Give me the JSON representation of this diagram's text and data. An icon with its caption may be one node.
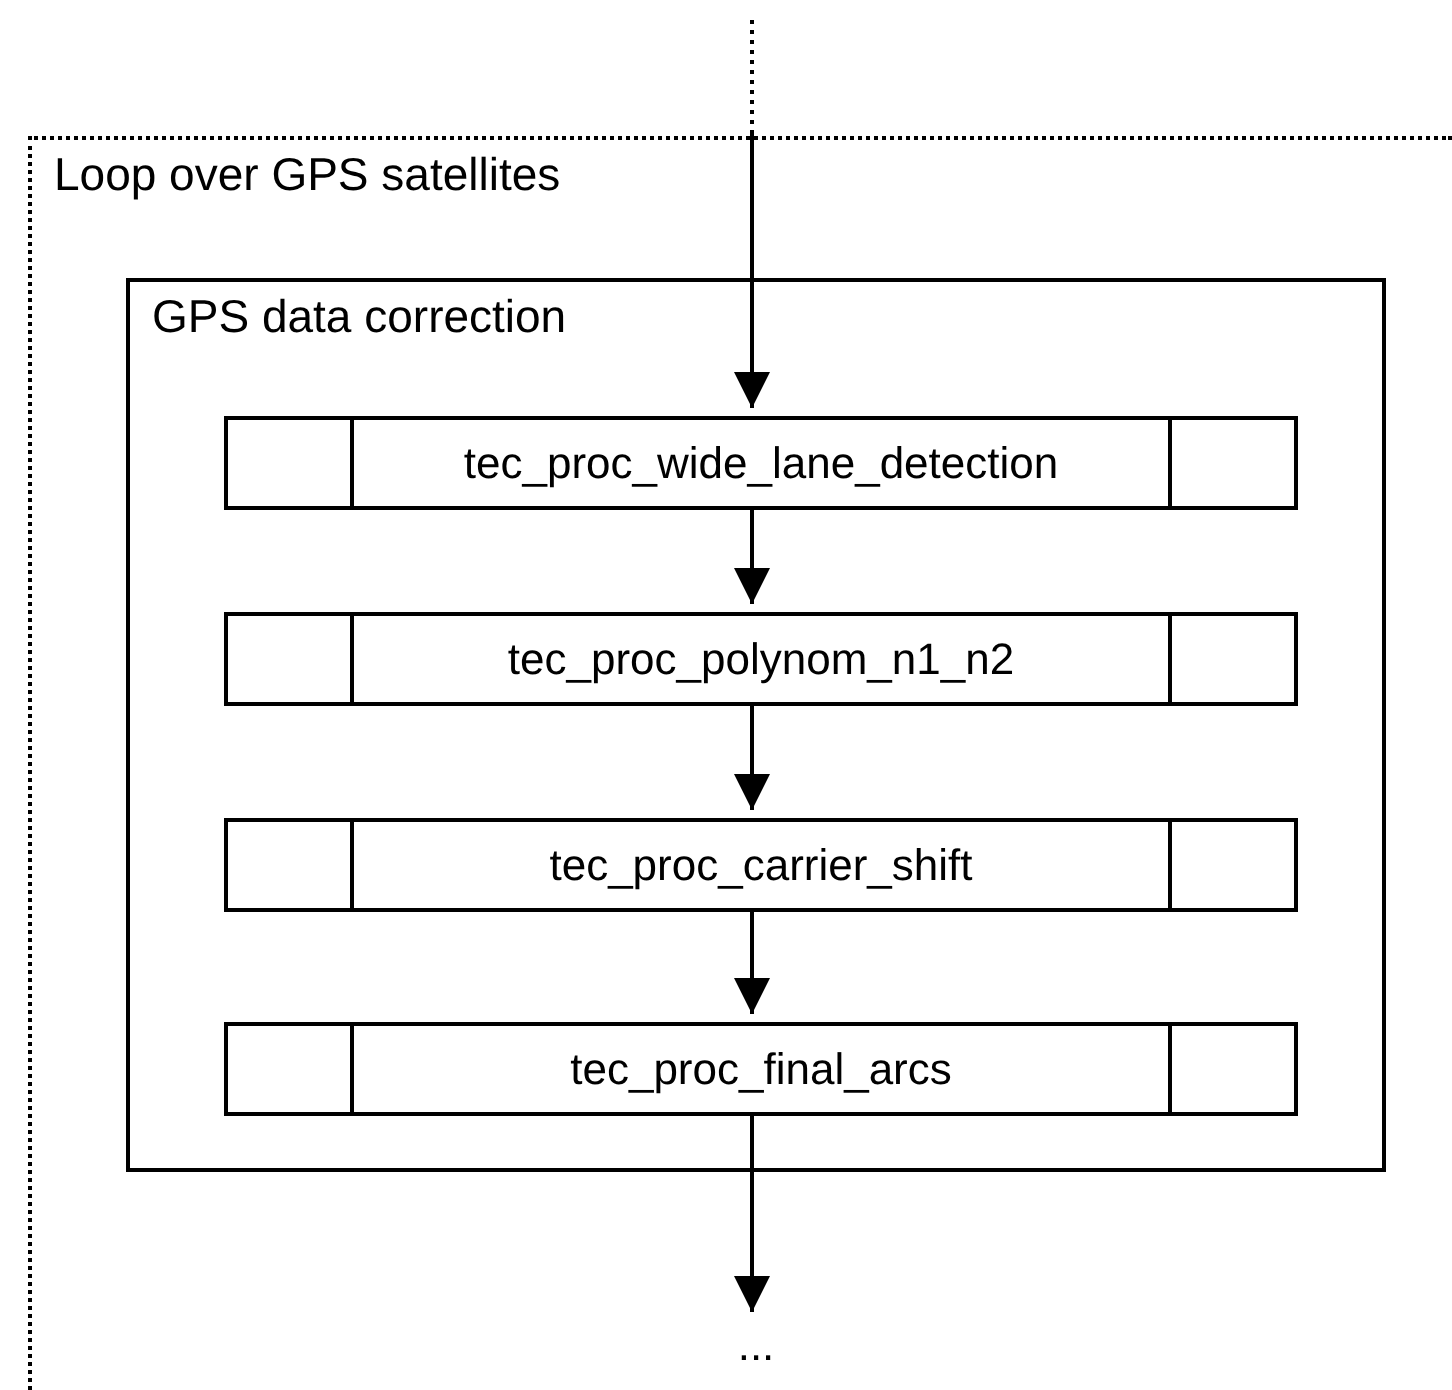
{
  "diagram": {
    "nodes": [
      {
        "text": [
          "Loop over GPS satellites"
        ]
      },
      {
        "text": [
          "GPS data correction"
        ],
        "in": 0
      },
      {
        "text": [
          "tec_proc_wide_lane_detection"
        ],
        "in": 1
      },
      {
        "text": [
          "tec_proc_polynom_n1_n2"
        ],
        "in": 1
      },
      {
        "text": [
          "tec_proc_carrier_shift"
        ],
        "in": 1
      },
      {
        "text": [
          "tec_proc_final_arcs"
        ],
        "in": 1
      },
      {
        "text": [
          "..."
        ],
        "in": 0
      }
    ],
    "edges": [
      {
        "from": null,
        "to": 2,
        "arrow": "to",
        "style": "dashed"
      },
      {
        "from": 2,
        "to": 3,
        "arrow": "to"
      },
      {
        "from": 3,
        "to": 4,
        "arrow": "to"
      },
      {
        "from": 4,
        "to": 5,
        "arrow": "to"
      },
      {
        "from": 5,
        "to": 6,
        "arrow": "to"
      }
    ]
  }
}
